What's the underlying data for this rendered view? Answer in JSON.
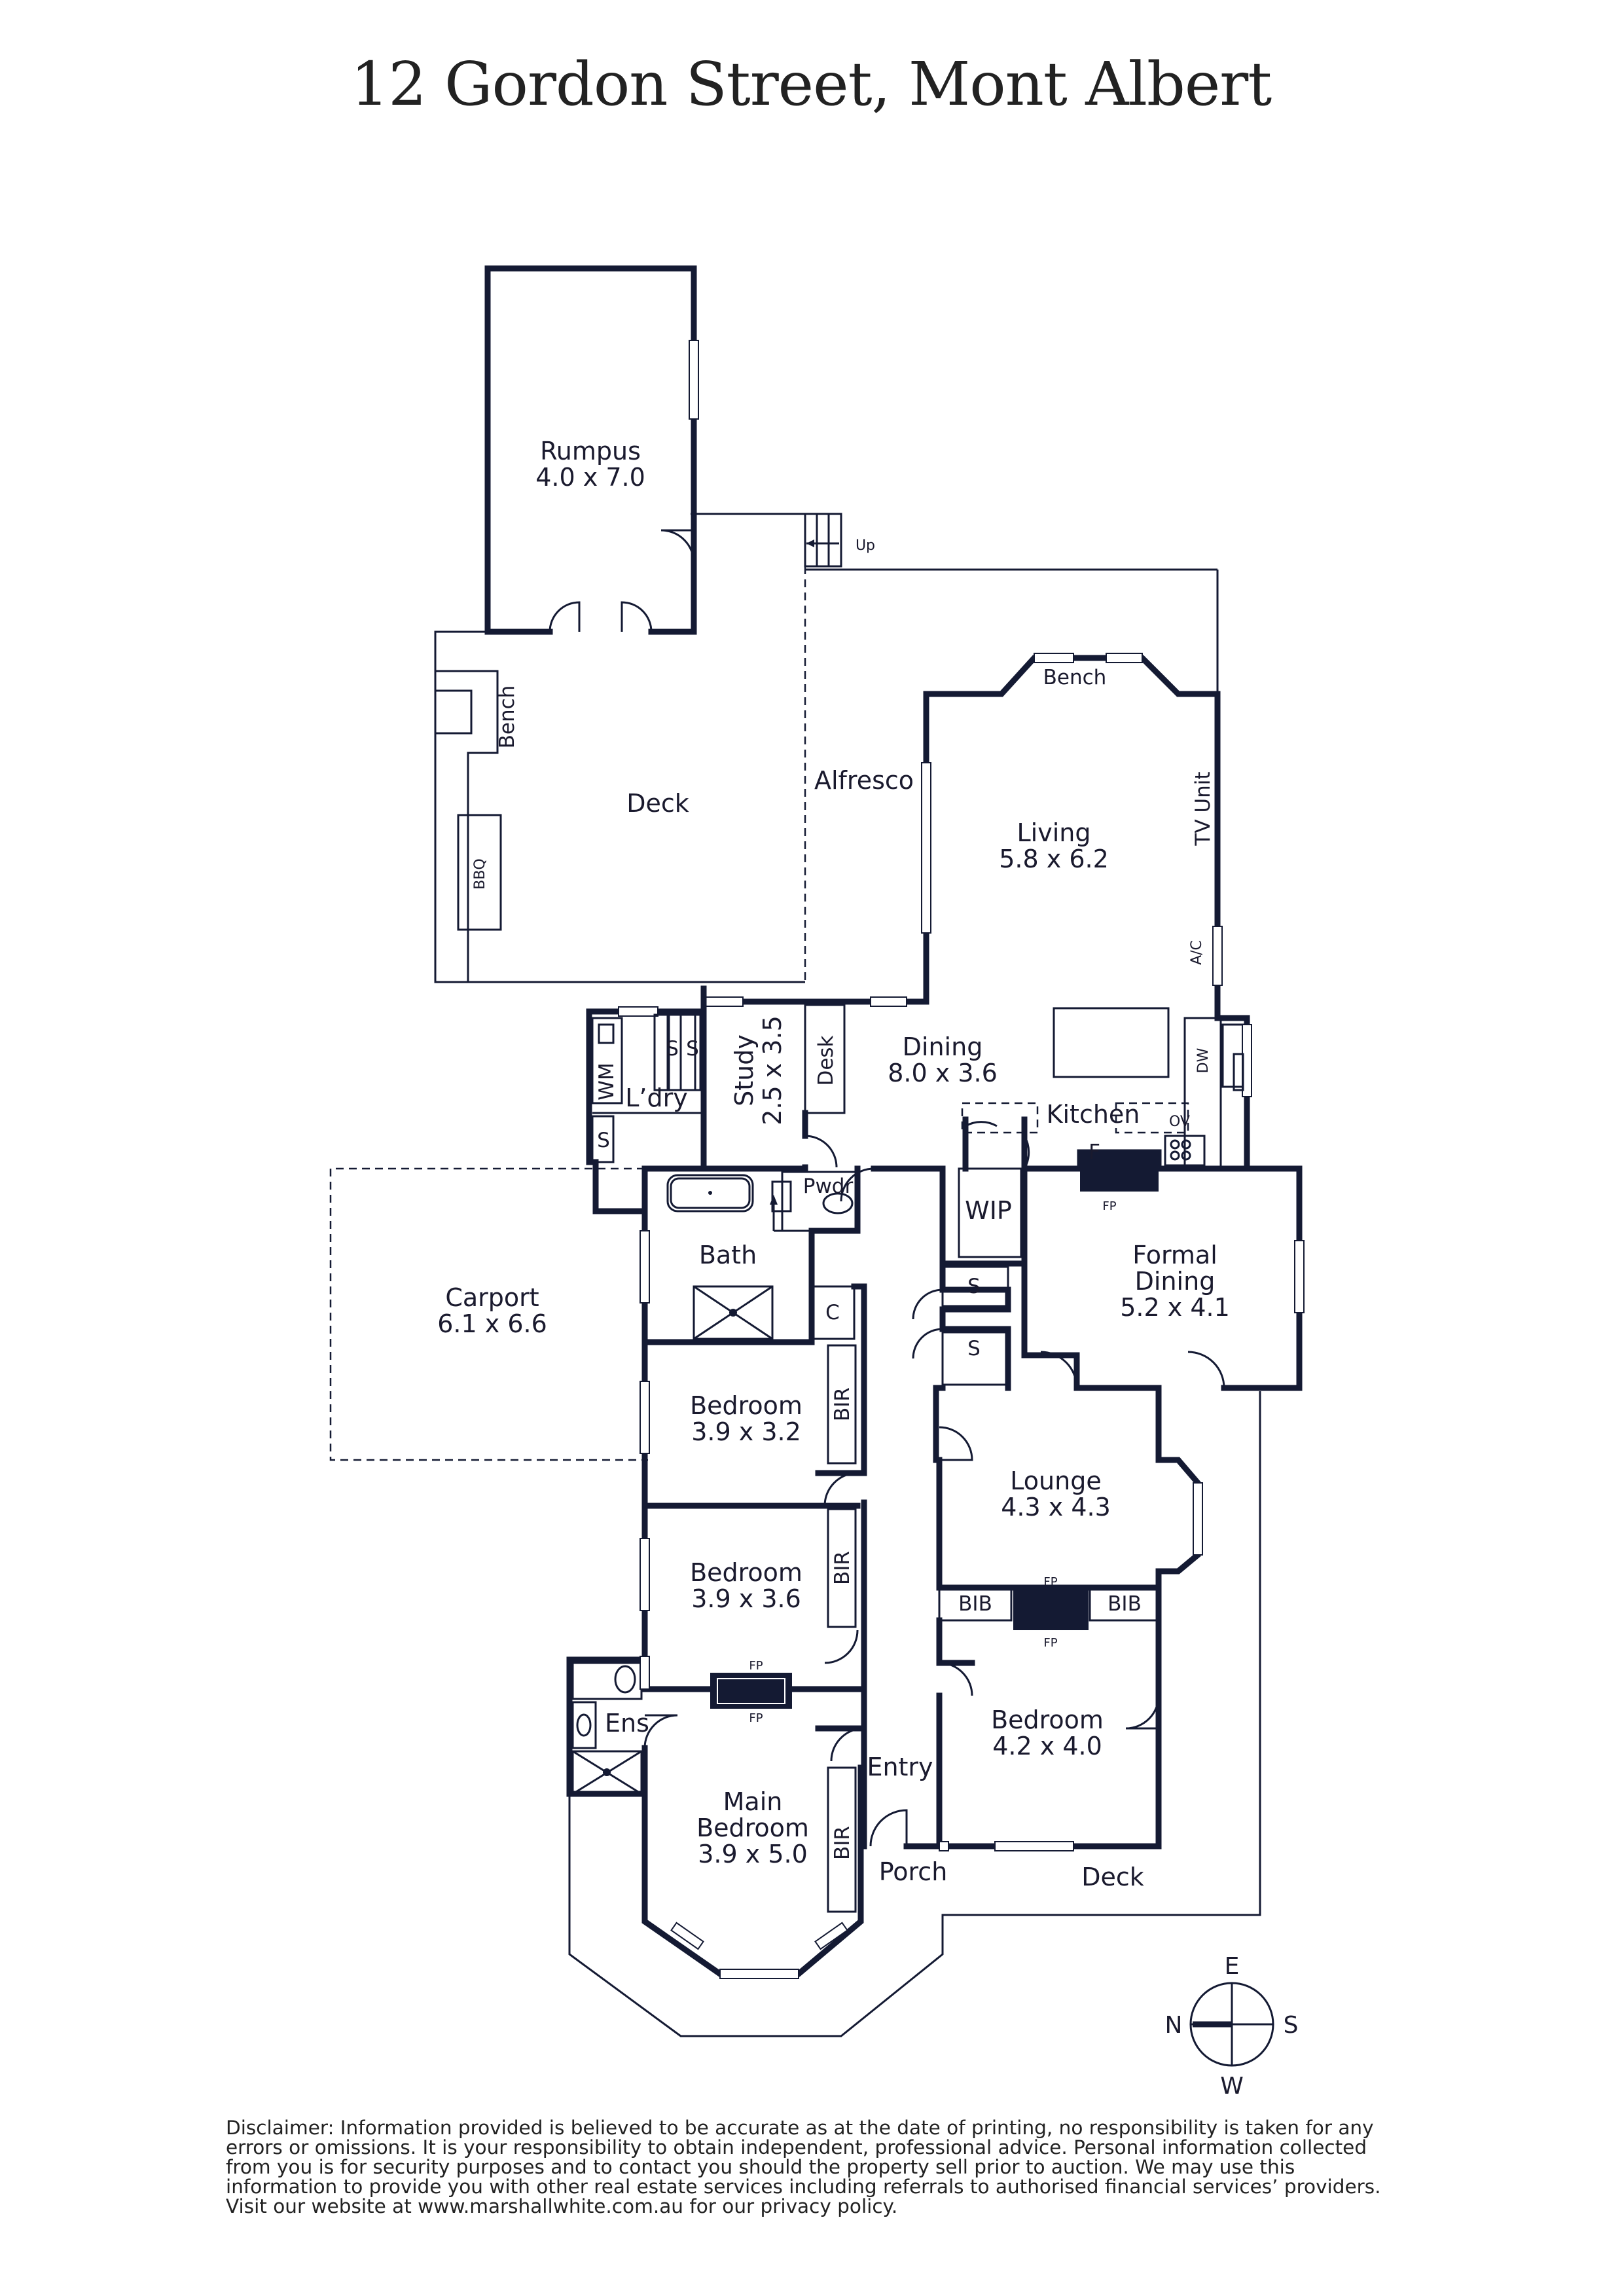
{
  "title": "12 Gordon Street, Mont Albert",
  "rooms": {
    "rumpus": {
      "name": "Rumpus",
      "size": "4.0 x 7.0"
    },
    "deck_rear": {
      "name": "Deck"
    },
    "alfresco": {
      "name": "Alfresco"
    },
    "living": {
      "name": "Living",
      "size": "5.8 x 6.2"
    },
    "dining": {
      "name": "Dining",
      "size": "8.0 x 3.6"
    },
    "kitchen": {
      "name": "Kitchen"
    },
    "study": {
      "name": "Study",
      "size": "2.5 x 3.5"
    },
    "laundry": {
      "name": "L’dry"
    },
    "carport": {
      "name": "Carport",
      "size": "6.1 x 6.6"
    },
    "bath": {
      "name": "Bath"
    },
    "powder": {
      "name": "Pwdr"
    },
    "wip": {
      "name": "WIP"
    },
    "formal_dining": {
      "name": "Formal Dining",
      "line1": "Formal",
      "line2": "Dining",
      "size": "5.2 x 4.1"
    },
    "bedroom_a": {
      "name": "Bedroom",
      "size": "3.9 x 3.2"
    },
    "bedroom_b": {
      "name": "Bedroom",
      "size": "3.9 x 3.6"
    },
    "lounge": {
      "name": "Lounge",
      "size": "4.3 x 4.3"
    },
    "bedroom_c": {
      "name": "Bedroom",
      "size": "4.2 x 4.0"
    },
    "ensuite": {
      "name": "Ens"
    },
    "main_bedroom": {
      "name": "Main Bedroom",
      "line1": "Main",
      "line2": "Bedroom",
      "size": "3.9 x 5.0"
    },
    "entry": {
      "name": "Entry"
    },
    "porch": {
      "name": "Porch"
    },
    "deck_front": {
      "name": "Deck"
    }
  },
  "fixtures": {
    "bench": "Bench",
    "bbq": "BBQ",
    "tv_unit": "TV Unit",
    "ac": "A/C",
    "dw": "DW",
    "ov": "OV",
    "f": "F",
    "fp": "FP",
    "desk": "Desk",
    "wm": "WM",
    "s": "S",
    "c": "C",
    "bir": "BIR",
    "bib": "BIB",
    "up": "Up"
  },
  "compass": {
    "north": "N",
    "south": "S",
    "east": "E",
    "west": "W"
  },
  "disclaimer": "Disclaimer: Information provided is believed to be accurate as at the date of printing, no responsibility is taken for any errors or omissions. It is your responsibility to obtain independent, professional advice. Personal information collected from you is for security purposes and to contact you should the property sell prior to auction. We may use this information to provide you with other real estate services including referrals to authorised financial services’ providers. Visit our website at www.marshallwhite.com.au for our privacy policy.",
  "colors": {
    "ink": "#141a33",
    "text": "#222222",
    "background": "#ffffff"
  }
}
